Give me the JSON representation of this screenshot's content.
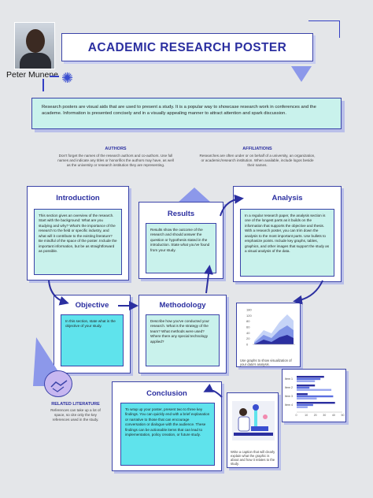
{
  "header": {
    "author_name": "Peter Munene",
    "title": "ACADEMIC RESEARCH POSTER"
  },
  "banner": {
    "text": "Research posters are visual aids that are used to present a study. It is a popular way to showcase research work in conferences and the academe. Information is presented concisely and in a visually appealing manner to attract attention and spark discussion."
  },
  "authors": {
    "heading": "AUTHORS",
    "text": "Don't forget the names of the research authors and co-authors. Use full names and indicate any titles or honorifics the authors may have, as well as the university or research institution they are representing."
  },
  "affiliations": {
    "heading": "AFFILIATIONS",
    "text": "Researches are often under or on behalf of a university, an organization, or academic/research institution. When available, include logos beside their names."
  },
  "introduction": {
    "title": "Introduction",
    "text": "This section gives an overview of the research. Start with the background: What are you studying and why? What's the importance of the research to the field or specific industry, and what will it contribute to the existing literature? Be mindful of the space of the poster. Include the important information, but be as straightforward as possible."
  },
  "results": {
    "title": "Results",
    "text": "Results show the outcome of the research and should answer the question or hypothesis stated in the introduction. State what you've found from your study."
  },
  "analysis": {
    "title": "Analysis",
    "text": "In a regular research paper, the analysis section is one of the longest parts as it builds on the information that supports the objective and thesis. With a research poster, you can trim down the analysis to the most important parts. Use bullets to emphasize points. Include key graphs, tables, graphics, and other images that support the study as a visual analysis of the data."
  },
  "objective": {
    "title": "Objective",
    "text": "In this section, state what is the objective of your study."
  },
  "methodology": {
    "title": "Methodology",
    "text": "Describe how you've conducted your research. What is the strategy of the team? What methods were used? Where there any special technology applied?"
  },
  "area_chart": {
    "y_ticks": [
      "180",
      "120",
      "80",
      "60",
      "40",
      "20",
      "0"
    ],
    "caption": "Use graphs to show visualization of your data's analysis."
  },
  "related": {
    "heading": "RELATED LITERATURE",
    "text": "References can take up a lot of space, so cite only the key references used in the study."
  },
  "conclusion": {
    "title": "Conclusion",
    "text": "To wrap up your poster, present two to three key findings. You can quickly end with a brief explanation or narrative to those that can encourage conversation or dialogue with the audience. These findings can be actionable items that can lead to implementation, policy creation, or future study."
  },
  "bar_chart": {
    "categories": [
      "Item 1",
      "Item 2",
      "Item 3",
      "Item 4"
    ],
    "x_ticks": [
      "0",
      "10",
      "20",
      "30",
      "40",
      "50"
    ],
    "series": [
      {
        "values": [
          30,
          20,
          12,
          42
        ]
      },
      {
        "values": [
          26,
          14,
          40,
          18
        ]
      },
      {
        "values": [
          20,
          38,
          22,
          12
        ]
      }
    ],
    "xlim": [
      0,
      50
    ],
    "colors": [
      "#2b2fa0",
      "#5b6fe0",
      "#9aa8f0"
    ]
  },
  "figure_caption": {
    "text": "Write a caption that will clearly explain what the graphic is about and how it relates to the study."
  },
  "colors": {
    "primary": "#2b2fa0",
    "mint": "#c9f2ec",
    "cyan": "#5fe3ec",
    "accent": "#3a4ed0"
  }
}
